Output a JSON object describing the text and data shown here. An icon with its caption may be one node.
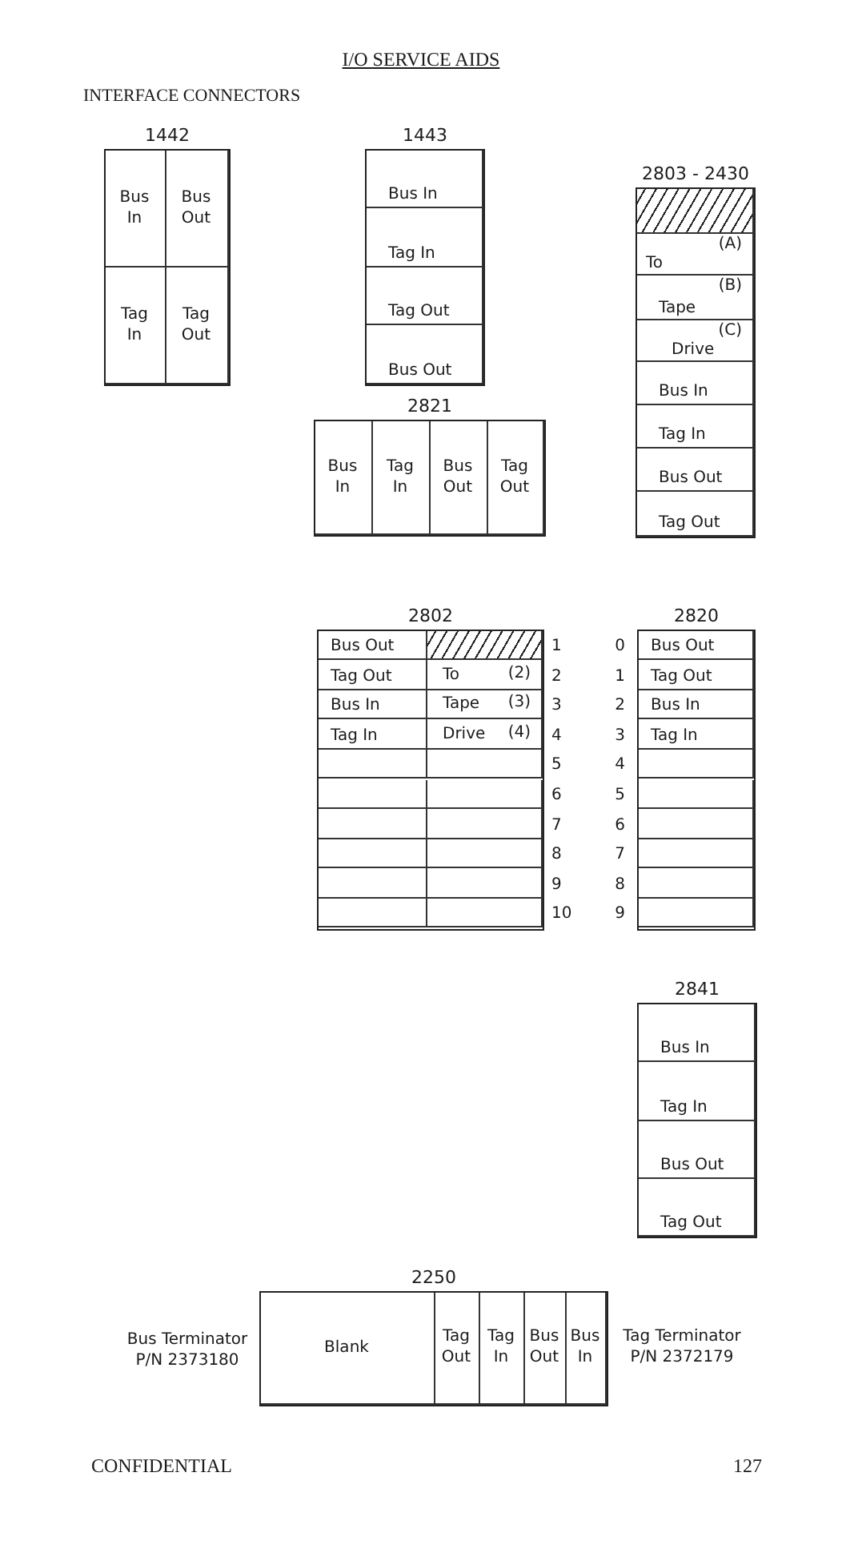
{
  "diagram": {
    "title": "I/O SERVICE AIDS",
    "nodes": [
      {
        "text": [
          "1442"
        ]
      },
      {
        "text": [
          "Bus In"
        ],
        "in": 0
      },
      {
        "text": [
          "Bus Out"
        ],
        "in": 0
      },
      {
        "text": [
          "Tag In"
        ],
        "in": 0
      },
      {
        "text": [
          "Tag Out"
        ],
        "in": 0
      },
      {
        "text": [
          "1443"
        ]
      },
      {
        "text": [
          "Bus In"
        ],
        "in": 5
      },
      {
        "text": [
          "Tag In"
        ],
        "in": 5
      },
      {
        "text": [
          "Tag Out"
        ],
        "in": 5
      },
      {
        "text": [
          "Bus Out"
        ],
        "in": 5
      },
      {
        "text": [
          "2803 - 2430"
        ]
      },
      {
        "text": [],
        "shape": "box",
        "in": 10
      },
      {
        "text": [
          "To",
          "(A)"
        ],
        "in": 10
      },
      {
        "text": [
          "Tape",
          "(B)"
        ],
        "in": 10
      },
      {
        "text": [
          "Drive",
          "(C)"
        ],
        "in": 10
      },
      {
        "text": [
          "Bus In"
        ],
        "in": 10
      },
      {
        "text": [
          "Tag In"
        ],
        "in": 10
      },
      {
        "text": [
          "Bus Out"
        ],
        "in": 10
      },
      {
        "text": [
          "Tag Out"
        ],
        "in": 10
      },
      {
        "text": [
          "2821"
        ]
      },
      {
        "text": [
          "Bus In"
        ],
        "in": 19
      },
      {
        "text": [
          "Tag In"
        ],
        "in": 19
      },
      {
        "text": [
          "Bus Out"
        ],
        "in": 19
      },
      {
        "text": [
          "Tag Out"
        ],
        "in": 19
      },
      {
        "text": [
          "2802"
        ]
      },
      {
        "text": [
          "Bus Out"
        ],
        "in": 24
      },
      {
        "text": [],
        "shape": "box",
        "in": 24,
        "beside": [
          "1"
        ]
      },
      {
        "text": [
          "Tag Out"
        ],
        "in": 24
      },
      {
        "text": [
          "To",
          "(2)"
        ],
        "in": 24,
        "beside": [
          "2"
        ]
      },
      {
        "text": [
          "Bus In"
        ],
        "in": 24
      },
      {
        "text": [
          "Tape",
          "(3)"
        ],
        "in": 24,
        "beside": [
          "3"
        ]
      },
      {
        "text": [
          "Tag In"
        ],
        "in": 24
      },
      {
        "text": [
          "Drive",
          "(4)"
        ],
        "in": 24,
        "beside": [
          "4"
        ]
      },
      {
        "text": [],
        "shape": "box",
        "in": 24
      },
      {
        "text": [],
        "shape": "box",
        "in": 24,
        "beside": [
          "5"
        ]
      },
      {
        "text": [],
        "shape": "box",
        "in": 24
      },
      {
        "text": [],
        "shape": "box",
        "in": 24,
        "beside": [
          "6"
        ]
      },
      {
        "text": [],
        "shape": "box",
        "in": 24
      },
      {
        "text": [],
        "shape": "box",
        "in": 24,
        "beside": [
          "7"
        ]
      },
      {
        "text": [],
        "shape": "box",
        "in": 24
      },
      {
        "text": [],
        "shape": "box",
        "in": 24,
        "beside": [
          "8"
        ]
      },
      {
        "text": [],
        "shape": "box",
        "in": 24
      },
      {
        "text": [],
        "shape": "box",
        "in": 24,
        "beside": [
          "9"
        ]
      },
      {
        "text": [],
        "shape": "box",
        "in": 24
      },
      {
        "text": [],
        "shape": "box",
        "in": 24,
        "beside": [
          "10"
        ]
      },
      {
        "text": [
          "2820"
        ]
      },
      {
        "text": [
          "Bus Out"
        ],
        "in": 45,
        "beside": [
          "0"
        ]
      },
      {
        "text": [
          "Tag Out"
        ],
        "in": 45,
        "beside": [
          "1"
        ]
      },
      {
        "text": [
          "Bus In"
        ],
        "in": 45,
        "beside": [
          "2"
        ]
      },
      {
        "text": [
          "Tag In"
        ],
        "in": 45,
        "beside": [
          "3"
        ]
      },
      {
        "text": [],
        "shape": "box",
        "in": 45,
        "beside": [
          "4"
        ]
      },
      {
        "text": [],
        "shape": "box",
        "in": 45,
        "beside": [
          "5"
        ]
      },
      {
        "text": [],
        "shape": "box",
        "in": 45,
        "beside": [
          "6"
        ]
      },
      {
        "text": [],
        "shape": "box",
        "in": 45,
        "beside": [
          "7"
        ]
      },
      {
        "text": [],
        "shape": "box",
        "in": 45,
        "beside": [
          "8"
        ]
      },
      {
        "text": [],
        "shape": "box",
        "in": 45,
        "beside": [
          "9"
        ]
      },
      {
        "text": [
          "2841"
        ]
      },
      {
        "text": [
          "Bus In"
        ],
        "in": 56
      },
      {
        "text": [
          "Tag In"
        ],
        "in": 56
      },
      {
        "text": [
          "Bus Out"
        ],
        "in": 56
      },
      {
        "text": [
          "Tag Out"
        ],
        "in": 56
      },
      {
        "text": [
          "2250"
        ]
      },
      {
        "text": [
          "Blank"
        ],
        "in": 61
      },
      {
        "text": [
          "Tag Out"
        ],
        "in": 61
      },
      {
        "text": [
          "Tag In"
        ],
        "in": 61
      },
      {
        "text": [
          "Bus Out"
        ],
        "in": 61
      },
      {
        "text": [
          "Bus In"
        ],
        "in": 61
      }
    ],
    "labels": [
      "INTERFACE CONNECTORS",
      "Bus Terminator P/N 2373180",
      "Tag Terminator P/N 2372179",
      "CONFIDENTIAL",
      "127"
    ]
  }
}
